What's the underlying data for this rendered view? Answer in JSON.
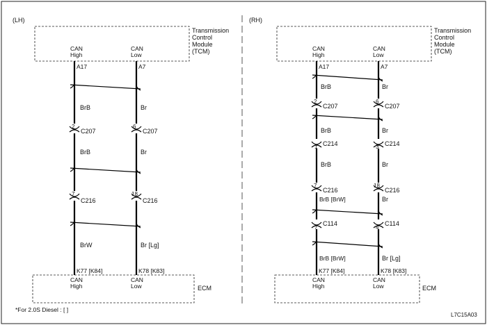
{
  "panels": {
    "left": {
      "label": "(LH)",
      "tcm_label": [
        "Transmission",
        "Control",
        "Module",
        "(TCM)"
      ],
      "pins_top": [
        "CAN",
        "High",
        "CAN",
        "Low"
      ],
      "terminals_top": [
        "A17",
        "A7"
      ],
      "wire_colors": [
        "BrB",
        "Br",
        "BrB",
        "Br",
        "BrW",
        "Br [Lg]"
      ],
      "connectors": [
        {
          "pin_high": "2",
          "pin_low": "6",
          "name": "C207"
        },
        {
          "pin_high": "7",
          "pin_low": "18",
          "name": "C216"
        }
      ],
      "terminals_bottom": [
        "K77 [K84]",
        "K78 [K83]"
      ],
      "pins_bottom": [
        "CAN",
        "High",
        "CAN",
        "Low"
      ],
      "ecm_label": "ECM"
    },
    "right": {
      "label": "(RH)",
      "tcm_label": [
        "Transmission",
        "Control",
        "Module",
        "(TCM)"
      ],
      "pins_top": [
        "CAN",
        "High",
        "CAN",
        "Low"
      ],
      "terminals_top": [
        "A17",
        "A7"
      ],
      "wire_colors": [
        "BrB",
        "Br",
        "BrB",
        "Br",
        "BrB",
        "Br",
        "BrB [BrW]",
        "Br",
        "BrB [BrW]",
        "Br [Lg]"
      ],
      "connectors": [
        {
          "pin_high": "2",
          "pin_low": "6",
          "name": "C207"
        },
        {
          "pin_high": "1",
          "pin_low": "3",
          "name": "C214"
        },
        {
          "pin_high": "7",
          "pin_low": "18",
          "name": "C216"
        },
        {
          "pin_high": "7",
          "pin_low": "4",
          "name": "C114"
        }
      ],
      "terminals_bottom": [
        "K77 [K84]",
        "K78 [K83]"
      ],
      "pins_bottom": [
        "CAN",
        "High",
        "CAN",
        "Low"
      ],
      "ecm_label": "ECM"
    }
  },
  "footnote": "*For 2.0S Diesel : [ ]",
  "figure_code": "L7C15A03"
}
